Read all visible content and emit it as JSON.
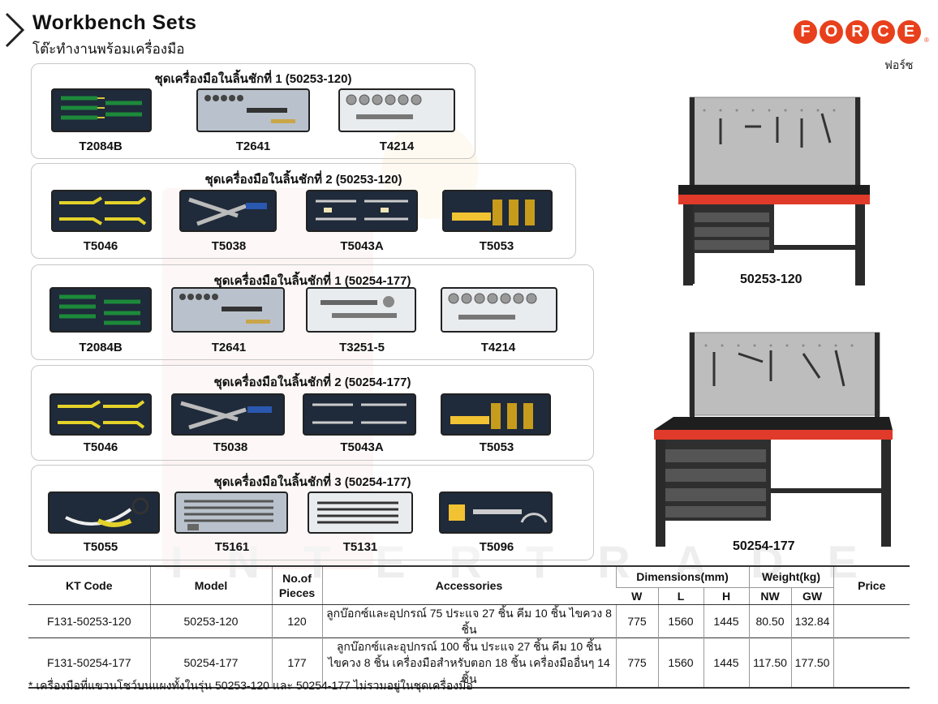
{
  "header": {
    "title": "Workbench Sets",
    "subtitle": "โต๊ะทำงานพร้อมเครื่องมือ",
    "logo_letters": [
      "F",
      "O",
      "R",
      "C",
      "E"
    ],
    "logo_reg": "®",
    "logo_sub": "ฟอร์ซ",
    "accent_color": "#e8401c"
  },
  "watermark": {
    "text": "INTERTRADE"
  },
  "groups": [
    {
      "title": "ชุดเครื่องมือในลิ้นชักที่ 1 (50253-120)",
      "items": [
        {
          "code": "T2084B"
        },
        {
          "code": "T2641"
        },
        {
          "code": "T4214"
        }
      ]
    },
    {
      "title": "ชุดเครื่องมือในลิ้นชักที่ 2 (50253-120)",
      "items": [
        {
          "code": "T5046"
        },
        {
          "code": "T5038"
        },
        {
          "code": "T5043A"
        },
        {
          "code": "T5053"
        }
      ]
    },
    {
      "title": "ชุดเครื่องมือในลิ้นชักที่ 1 (50254-177)",
      "items": [
        {
          "code": "T2084B"
        },
        {
          "code": "T2641"
        },
        {
          "code": "T3251-5"
        },
        {
          "code": "T4214"
        }
      ]
    },
    {
      "title": "ชุดเครื่องมือในลิ้นชักที่ 2 (50254-177)",
      "items": [
        {
          "code": "T5046"
        },
        {
          "code": "T5038"
        },
        {
          "code": "T5043A"
        },
        {
          "code": "T5053"
        }
      ]
    },
    {
      "title": "ชุดเครื่องมือในลิ้นชักที่ 3 (50254-177)",
      "items": [
        {
          "code": "T5055"
        },
        {
          "code": "T5161"
        },
        {
          "code": "T5131"
        },
        {
          "code": "T5096"
        }
      ]
    }
  ],
  "benches": [
    {
      "label": "50253-120"
    },
    {
      "label": "50254-177"
    }
  ],
  "table": {
    "headers": {
      "kt_code": "KT Code",
      "model": "Model",
      "pieces": "No.of\nPieces",
      "accessories": "Accessories",
      "dimensions": "Dimensions(mm)",
      "w": "W",
      "l": "L",
      "h": "H",
      "weight": "Weight(kg)",
      "nw": "NW",
      "gw": "GW",
      "price": "Price"
    },
    "rows": [
      {
        "kt_code": "F131-50253-120",
        "model": "50253-120",
        "pieces": "120",
        "accessories_1": "ลูกบ๊อกซ์และอุปกรณ์ 75 ประแจ 27 ชิ้น คีม 10 ชิ้น ไขควง 8 ชิ้น",
        "accessories_2": "",
        "w": "775",
        "l": "1560",
        "h": "1445",
        "nw": "80.50",
        "gw": "132.84",
        "price": ""
      },
      {
        "kt_code": "F131-50254-177",
        "model": "50254-177",
        "pieces": "177",
        "accessories_1": "ลูกบ๊อกซ์และอุปกรณ์ 100 ชิ้น ประแจ 27 ชิ้น คีม 10 ชิ้น",
        "accessories_2": "ไขควง 8 ชิ้น เครื่องมือสำหรับตอก 18 ชิ้น เครื่องมืออื่นๆ 14 ชิ้น",
        "w": "775",
        "l": "1560",
        "h": "1445",
        "nw": "117.50",
        "gw": "177.50",
        "price": ""
      }
    ]
  },
  "footnote": "* เครื่องมือที่แขวนโชว์บนแผงทั้งในรุ่น 50253-120 และ 50254-177 ไม่รวมอยู่ในชุดเครื่องมือ"
}
